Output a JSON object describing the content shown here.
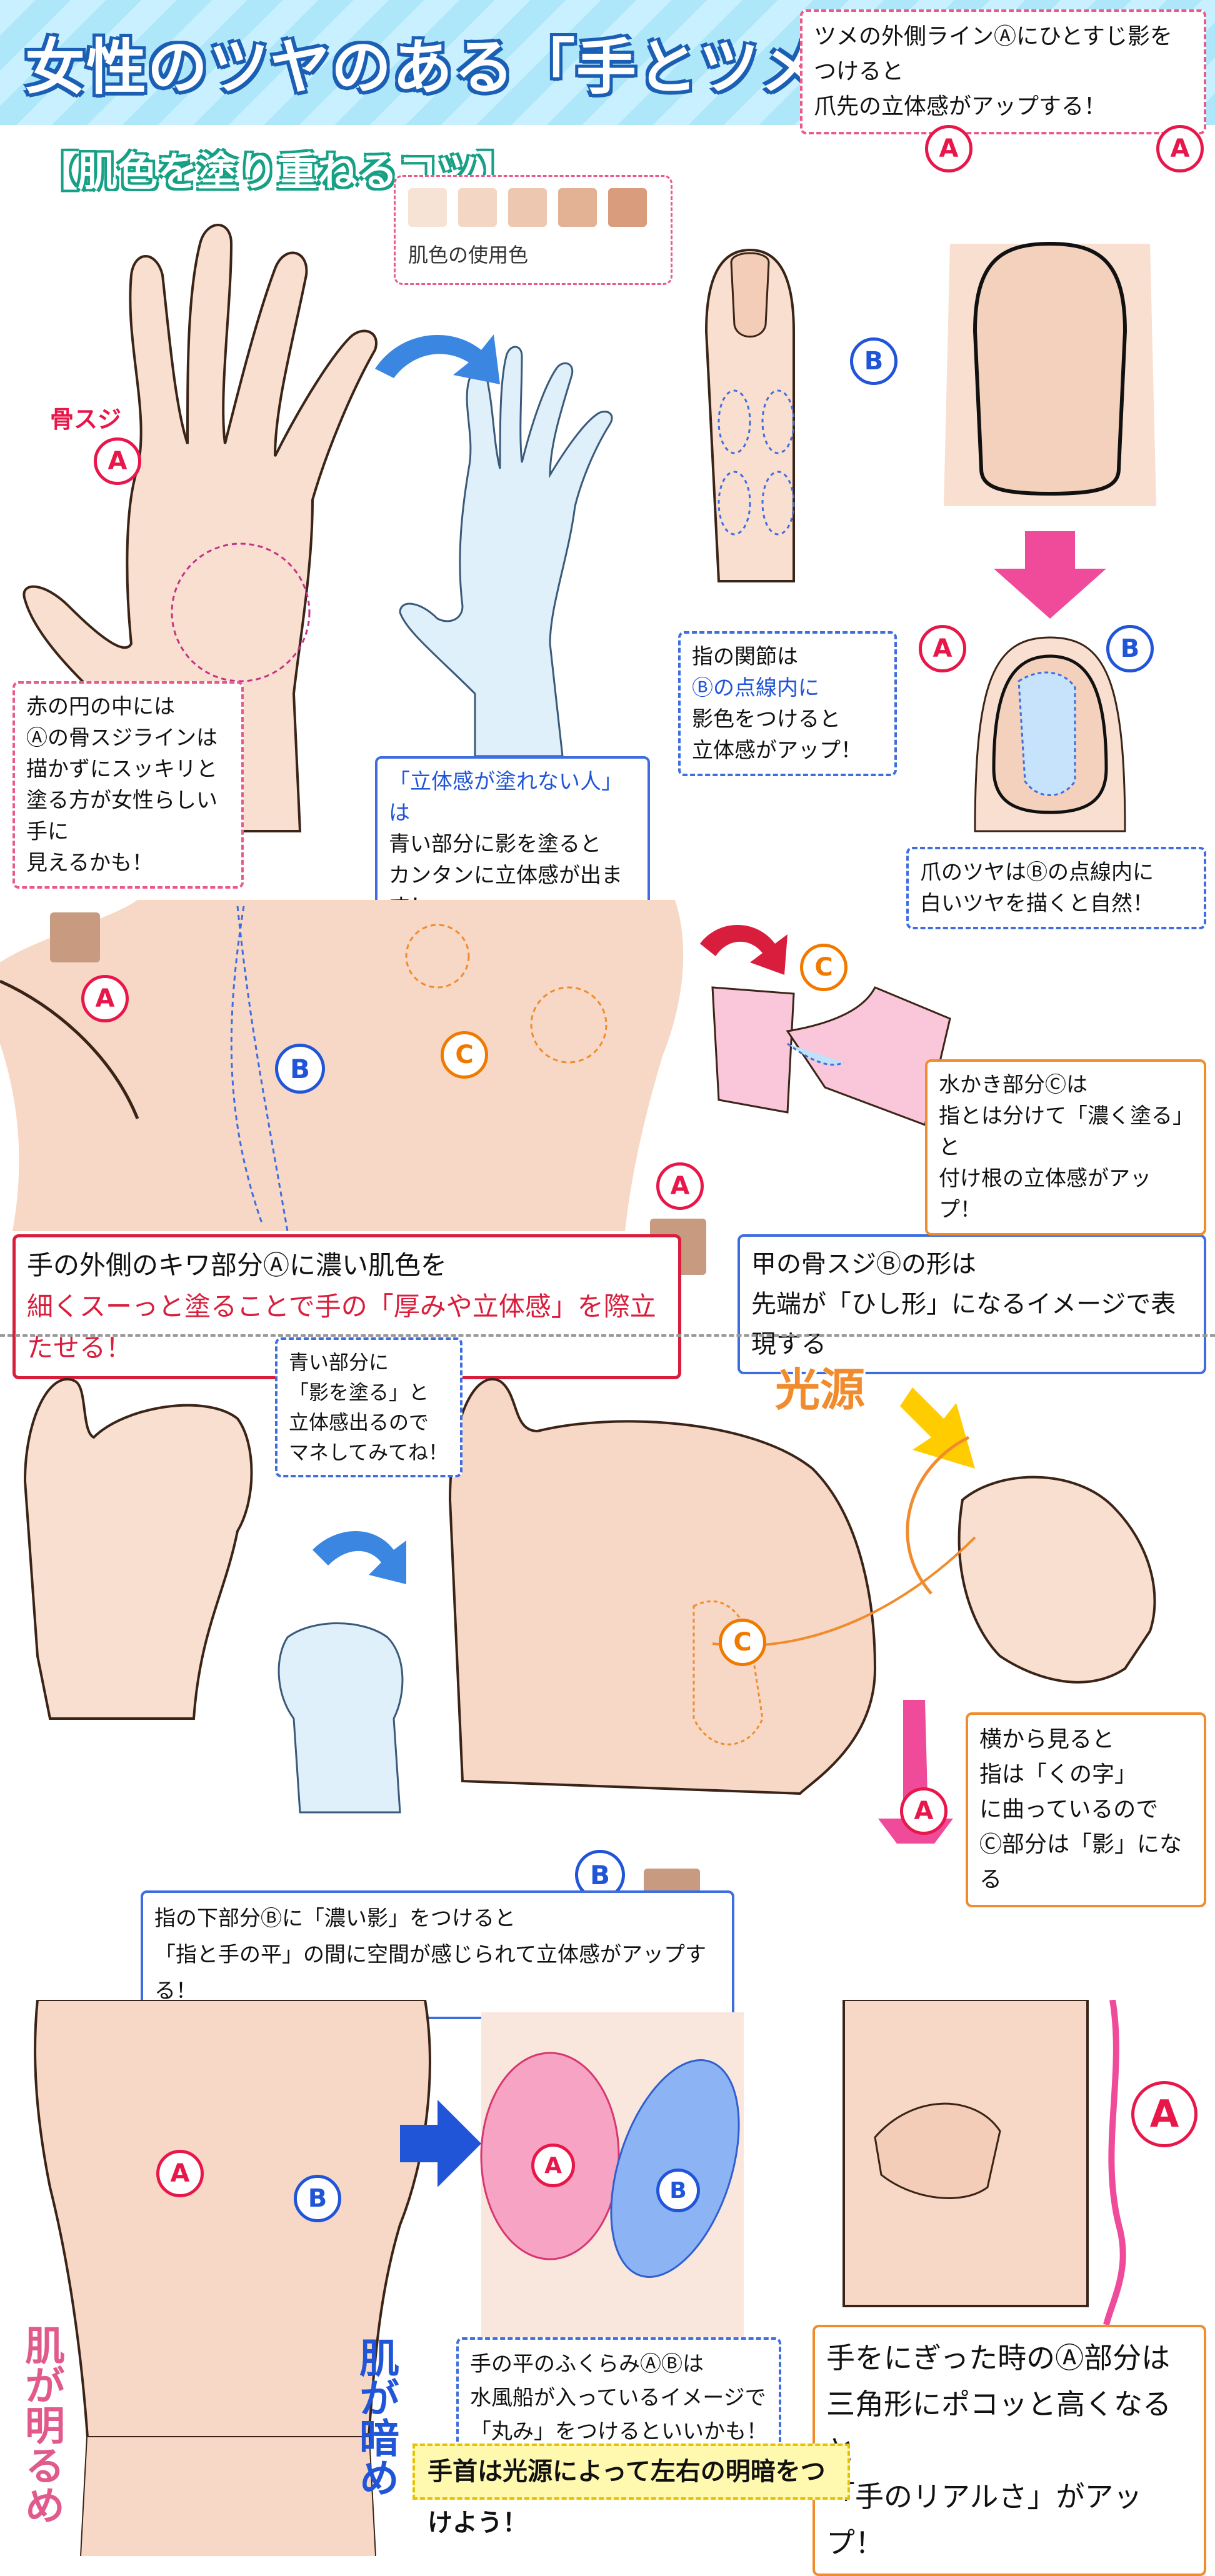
{
  "header": {
    "title": "女性のツヤのある「手とツメ」の塗り方",
    "title_number": "①",
    "subtitle": "【肌色を塗り重ねるコツ】"
  },
  "swatches": {
    "colors": [
      "#f7e3d6",
      "#f3d6c4",
      "#eec7b0",
      "#e3b194",
      "#d99c7c"
    ],
    "label": "肌色の使用色"
  },
  "markers": {
    "a": "A",
    "b": "B",
    "c": "C"
  },
  "section1": {
    "bone_label": "骨スジ",
    "note_circle": [
      "赤の円の中には",
      "Ⓐの骨スジラインは",
      "描かずにスッキリと",
      "塗る方が女性らしい手に",
      "見えるかも！"
    ],
    "note_shadow": [
      "「立体感が塗れない人」は",
      "青い部分に影を塗ると",
      "カンタンに立体感が出ます！"
    ],
    "note_joint": [
      "指の関節は",
      "Ⓑの点線内に",
      "影色をつけると",
      "立体感がアップ！"
    ],
    "note_nail_top": [
      "ツメの外側ラインⒶにひとすじ影をつけると",
      "爪先の立体感がアップする！"
    ],
    "note_nail_shine": [
      "爪のツヤはⒷの点線内に",
      "白いツヤを描くと自然！"
    ]
  },
  "section2": {
    "note_edge": [
      "手の外側のキワ部分Ⓐに濃い肌色を",
      "細くスーっと塗ることで手の「厚みや立体感」を際立たせる！"
    ],
    "note_bone": [
      "甲の骨スジⒷの形は",
      "先端が「ひし形」になるイメージで表現する"
    ],
    "note_web": [
      "水かき部分Ⓒは",
      "指とは分けて「濃く塗る」と",
      "付け根の立体感がアップ！"
    ]
  },
  "section3": {
    "light_source": "光源",
    "note_blue": [
      "青い部分に",
      "「影を塗る」と",
      "立体感出るので",
      "マネしてみてね！"
    ],
    "note_side": [
      "横から見ると",
      "指は「くの字」",
      "に曲っているので",
      "Ⓒ部分は「影」になる"
    ],
    "note_finger": [
      "指の下部分Ⓑに「濃い影」をつけると",
      "「指と手の平」の間に空間が感じられて立体感がアップする！"
    ]
  },
  "section4": {
    "side_left": "肌が明るめ",
    "side_right": "肌が暗め",
    "note_palm": [
      "手の平のふくらみⒶⒷは",
      "水風船が入っているイメージで",
      "「丸み」をつけるといいかも！"
    ],
    "note_grip": [
      "手をにぎった時のⒶ部分は",
      "三角形にポコッと高くなると",
      "「手のリアルさ」がアップ！"
    ],
    "banner": "手首は光源によって左右の明暗をつけよう！"
  }
}
